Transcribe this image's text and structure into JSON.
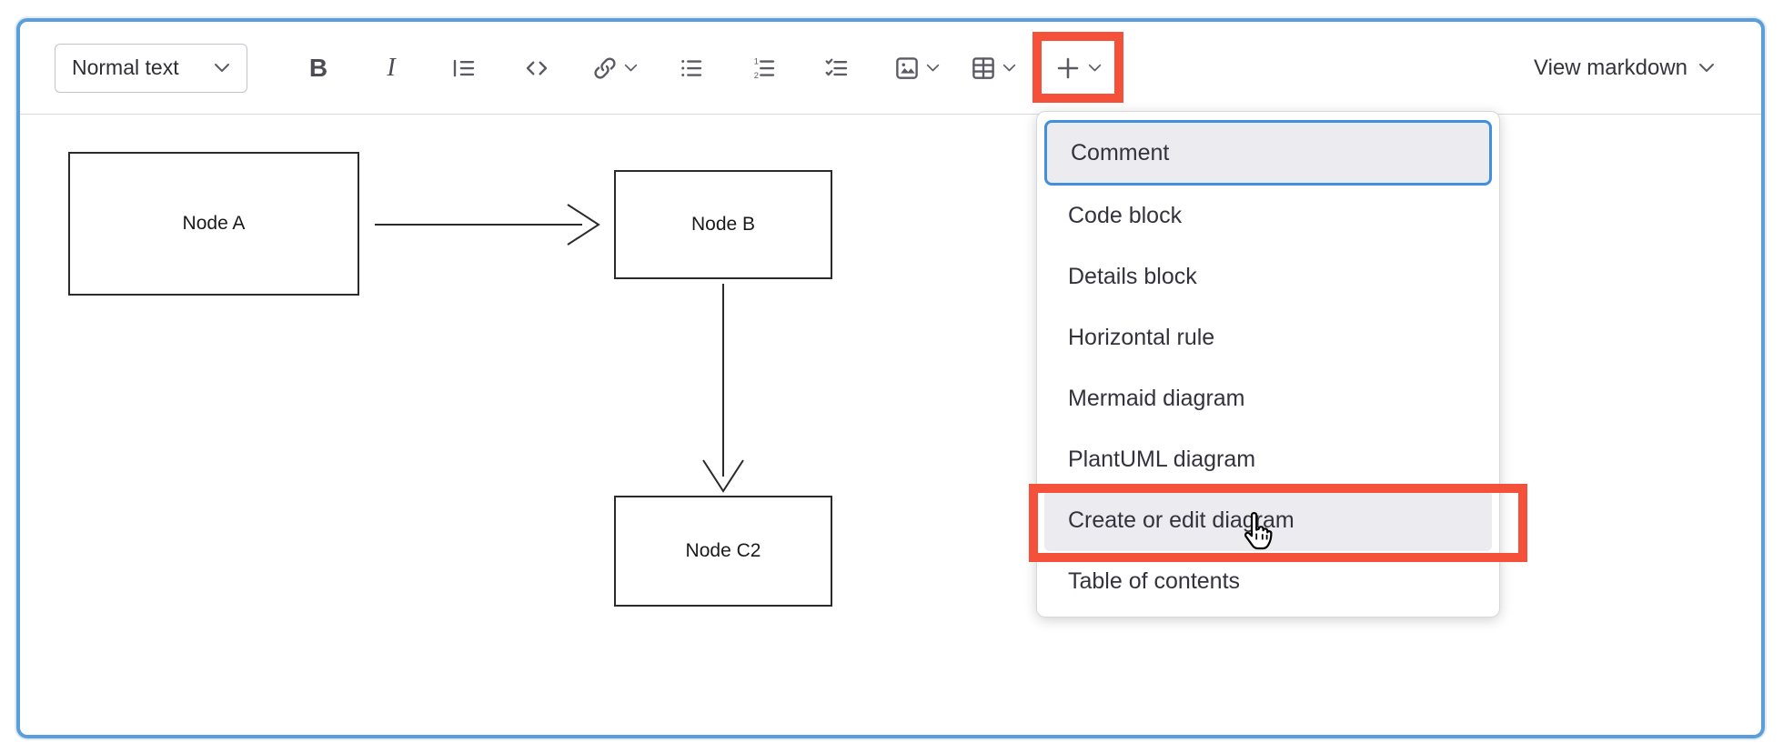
{
  "toolbar": {
    "text_style_label": "Normal text",
    "bold_label": "B",
    "italic_label": "I",
    "view_markdown_label": "View markdown",
    "icons": [
      "chevron-down-icon",
      "bold-icon",
      "italic-icon",
      "blockquote-icon",
      "code-icon",
      "link-icon",
      "bullet-list-icon",
      "ordered-list-icon",
      "task-list-icon",
      "image-icon",
      "table-icon",
      "plus-icon"
    ]
  },
  "menu": {
    "items": [
      {
        "label": "Comment",
        "state": "focused"
      },
      {
        "label": "Code block",
        "state": "normal"
      },
      {
        "label": "Details block",
        "state": "normal"
      },
      {
        "label": "Horizontal rule",
        "state": "normal"
      },
      {
        "label": "Mermaid diagram",
        "state": "normal"
      },
      {
        "label": "PlantUML diagram",
        "state": "normal"
      },
      {
        "label": "Create or edit diagram",
        "state": "hovered"
      },
      {
        "label": "Table of contents",
        "state": "normal"
      }
    ]
  },
  "diagram": {
    "nodes": [
      {
        "id": "A",
        "label": "Node A"
      },
      {
        "id": "B",
        "label": "Node B"
      },
      {
        "id": "C2",
        "label": "Node C2"
      }
    ],
    "edges": [
      {
        "from": "Node A",
        "to": "Node B"
      },
      {
        "from": "Node B",
        "to": "Node C2"
      }
    ]
  },
  "colors": {
    "frame_border": "#5d9ed7",
    "annotation_red": "#f4503a",
    "focus_blue": "#428fdc",
    "menu_highlight_bg": "#ececf0",
    "toolbar_icon": "#5b5a64",
    "diagram_stroke": "#2b2b2b"
  }
}
